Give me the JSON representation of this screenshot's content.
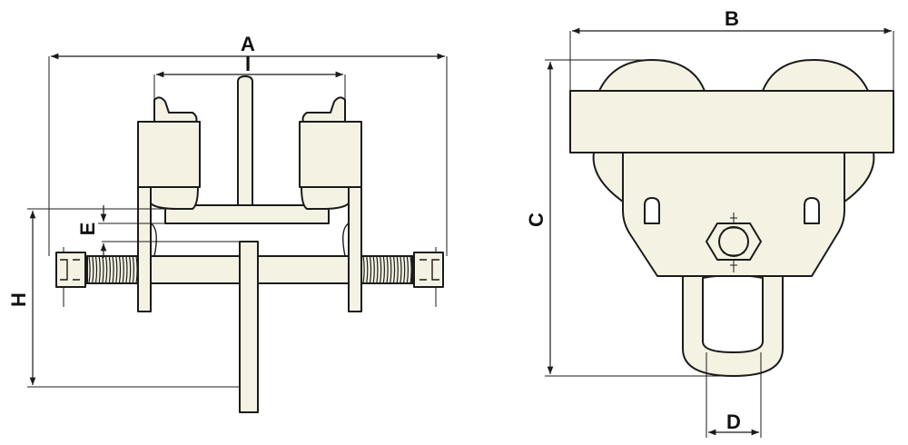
{
  "labels": {
    "A": "A",
    "I": "I",
    "E": "E",
    "H": "H",
    "B": "B",
    "C": "C",
    "D": "D"
  },
  "colors": {
    "part_fill": "#f4f3e3",
    "outline": "#1b1b1b",
    "background": "#ffffff"
  }
}
